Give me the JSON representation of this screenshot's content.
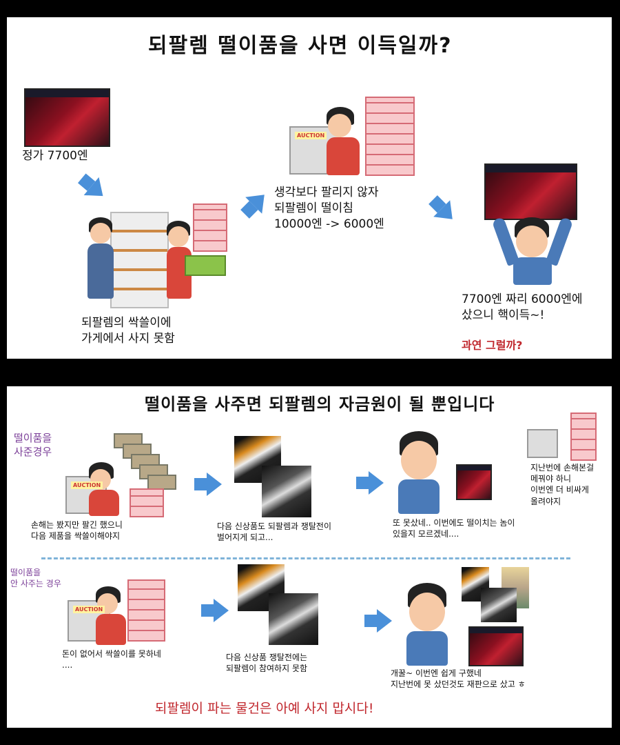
{
  "top_panel": {
    "title": "되팔렘 떨이품을 사면 이득일까?",
    "step1_caption": "정가 7700엔",
    "step2_caption": "되팔렘의 싹쓸이에\n가게에서 사지 못함",
    "step3_caption": "생각보다 팔리지 않자\n되팔렘이 떨이침\n10000엔 -> 6000엔",
    "step4_caption": "7700엔 짜리 6000엔에\n샀으니 핵이득~!",
    "question": "과연 그럴까?",
    "auction_label": "AUCTION"
  },
  "bottom_panel": {
    "title": "떨이품을 사주면 되팔렘의 자금원이 될 뿐입니다",
    "case_buy": {
      "label": "떨이품을\n사준경우",
      "captions": [
        "손해는 봤지만 팔긴 했으니\n다음 제품을 싹쓸이해야지",
        "다음 신상품도 되팔렘과 쟁탈전이\n벌어지게 되고...",
        "또 못샀네.. 이번에도 떨이치는 놈이\n있을지 모르겠네....",
        "지난번에 손해본걸\n메꿔야 하니\n이번엔 더 비싸게\n올려야지"
      ]
    },
    "case_not_buy": {
      "label": "떨이품을\n안 사주는 경우",
      "captions": [
        "돈이 없어서 싹쓸이를 못하네\n....",
        "다음 신상품 쟁탈전에는\n되팔렘이 참여하지 못함",
        "개꿀~ 이번엔 쉽게 구했네\n지난번에 못 샀던것도 재판으로 샀고 ㅎ"
      ]
    },
    "conclusion": "되팔렘이 파는 물건은 아예 사지 맙시다!"
  },
  "colors": {
    "arrow": "#4a90d9",
    "question": "#c0272d",
    "case_label": "#7b3f98",
    "conclusion": "#c0272d"
  }
}
